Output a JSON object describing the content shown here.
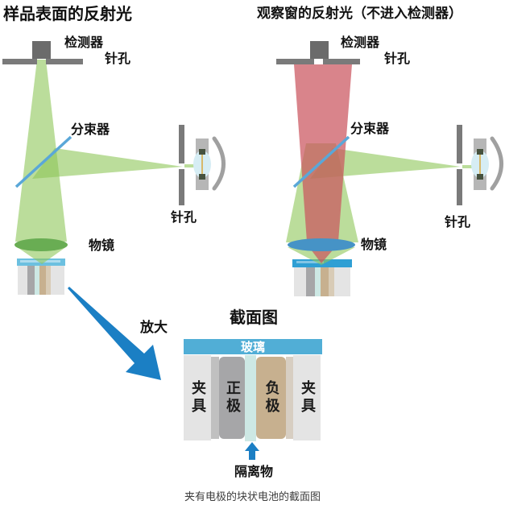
{
  "left_diagram": {
    "title": "样品表面的反射光",
    "labels": {
      "detector": "检测器",
      "pinhole_top": "针孔",
      "beam_splitter": "分束器",
      "pinhole_side": "针孔",
      "objective": "物镜"
    }
  },
  "right_diagram": {
    "title": "观察窗的反射光（不进入检测器）",
    "labels": {
      "detector": "检测器",
      "pinhole_top": "针孔",
      "beam_splitter": "分束器",
      "pinhole_side": "针孔",
      "objective": "物镜"
    }
  },
  "magnify_label": "放大",
  "cross_section": {
    "title": "截面图",
    "glass_label": "玻璃",
    "glass_color": "#51aed6",
    "columns": [
      {
        "label": "夹具",
        "color": "#e4e4e4"
      },
      {
        "label": "正极",
        "color": "#a6a6a8"
      },
      {
        "label": "负极",
        "color": "#c7b08f"
      },
      {
        "label": "夹具",
        "color": "#e4e4e4"
      }
    ],
    "separator_color": "#cde8e4",
    "separator_label": "隔离物"
  },
  "caption": "夹有电极的块状电池的截面图",
  "colors": {
    "beam_green": "#8dc659",
    "beam_red": "#cb545e",
    "lens_green": "#69ad53",
    "lens_blue": "#4693c6",
    "splitter_blue": "#5aa7d8",
    "metal_gray": "#7a7a7a",
    "detector_gray": "#6b6b6b",
    "lamp_body": "#b6b6b6",
    "bulb_blue": "#d6edf4",
    "filament_yellow": "#d8b96a",
    "electrode_dark": "#46523f",
    "reflector_gray": "#a0a0a0",
    "arrow_blue": "#1b7fc4",
    "glass_left": "#6cc0e0",
    "glass_right": "#2f9fd4"
  }
}
